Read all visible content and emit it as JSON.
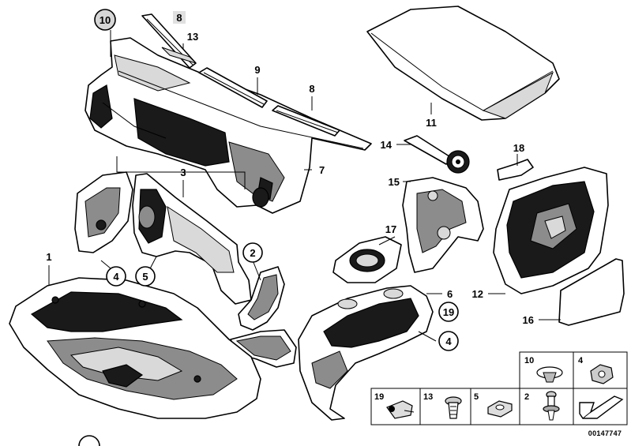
{
  "diagram_id": "00147747",
  "labels": {
    "p1": "1",
    "p2": "2",
    "p3": "3",
    "p4a": "4",
    "p4b": "4",
    "p5": "5",
    "p6": "6",
    "p7": "7",
    "p8a": "8",
    "p8b": "8",
    "p9": "9",
    "p10": "10",
    "p11": "11",
    "p12": "12",
    "p13": "13",
    "p14": "14",
    "p15": "15",
    "p16": "16",
    "p17": "17",
    "p18": "18",
    "p19": "19"
  },
  "legend": {
    "c10": "10",
    "c4": "4",
    "c19": "19",
    "c13": "13",
    "c5": "5",
    "c2": "2"
  }
}
